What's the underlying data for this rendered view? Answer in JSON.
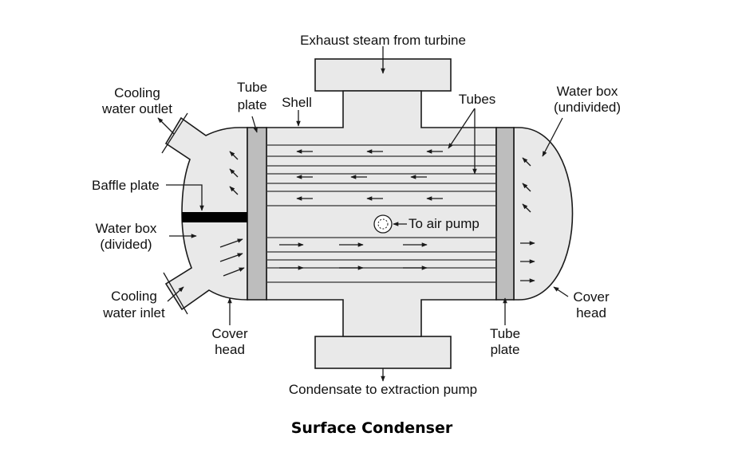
{
  "caption": "Surface Condenser",
  "labels": {
    "exhaust_steam": "Exhaust steam from turbine",
    "cooling_outlet_1": "Cooling",
    "cooling_outlet_2": "water outlet",
    "tube_plate_top_1": "Tube",
    "tube_plate_top_2": "plate",
    "shell": "Shell",
    "tubes": "Tubes",
    "water_box_undiv_1": "Water box",
    "water_box_undiv_2": "(undivided)",
    "baffle_plate": "Baffle plate",
    "water_box_div_1": "Water box",
    "water_box_div_2": "(divided)",
    "air_pump": "To air pump",
    "cooling_inlet_1": "Cooling",
    "cooling_inlet_2": "water inlet",
    "cover_head_left_1": "Cover",
    "cover_head_left_2": "head",
    "tube_plate_bottom_1": "Tube",
    "tube_plate_bottom_2": "plate",
    "cover_head_right_1": "Cover",
    "cover_head_right_2": "head",
    "condensate": "Condensate to extraction pump"
  },
  "colors": {
    "body": "#e9e9e9",
    "tube_plate": "#bdbdbd",
    "baffle": "#000000",
    "outline": "#1a1a1a"
  }
}
